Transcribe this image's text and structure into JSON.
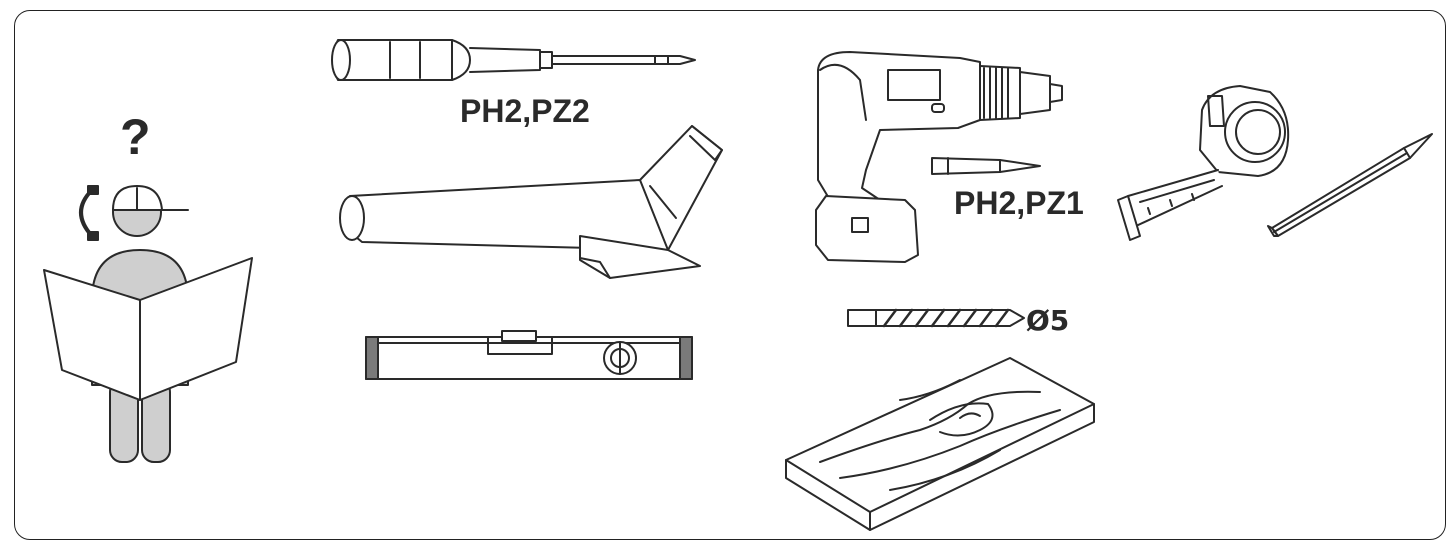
{
  "labels": {
    "screwdriver_bits": "PH2,PZ2",
    "drill_bits": "PH2,PZ1",
    "drill_bit_size": "Ø5"
  },
  "help_figure": {
    "question_mark": "?"
  },
  "colors": {
    "line": "#2a2a2a",
    "person_fill": "#cfcfcf",
    "level_caps": "#7a7a7a"
  }
}
